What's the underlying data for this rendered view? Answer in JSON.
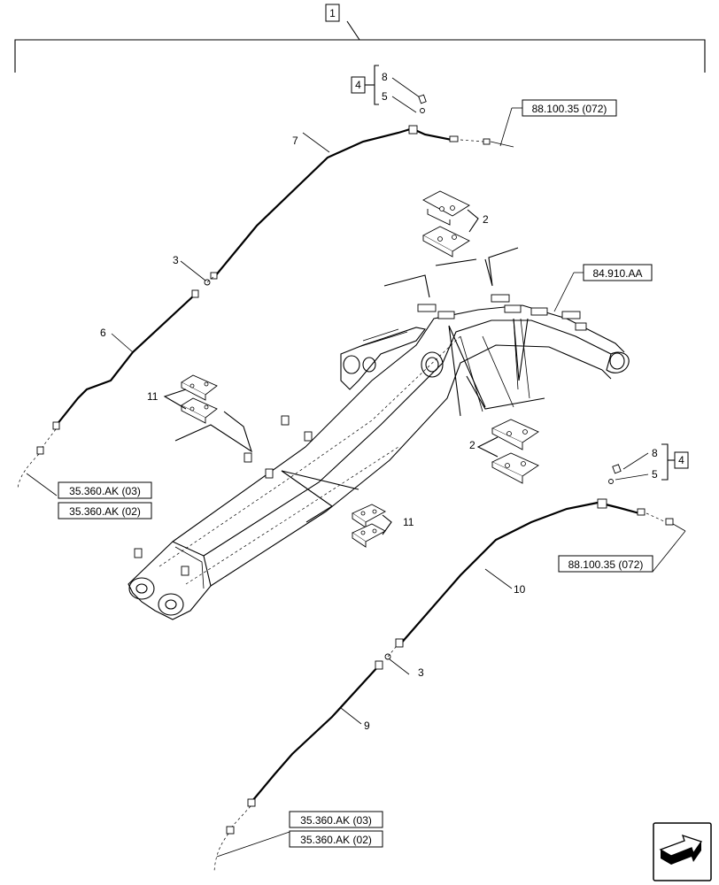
{
  "callouts": {
    "assembly": "1",
    "kit": "4",
    "plate": "2",
    "fitting": "3",
    "seal": "5",
    "pipe_boom_lower": "6",
    "pipe_boom_upper": "7",
    "plug": "8",
    "pipe_arm_lower": "9",
    "pipe_arm_upper": "10",
    "clamp": "11"
  },
  "references": {
    "ref_88_100_35": "88.100.35 (072)",
    "ref_84_910": "84.910.AA",
    "ref_35_360_03": "35.360.AK (03)",
    "ref_35_360_02": "35.360.AK (02)"
  },
  "icons": {
    "navigation": "next-page-arrow-icon"
  }
}
